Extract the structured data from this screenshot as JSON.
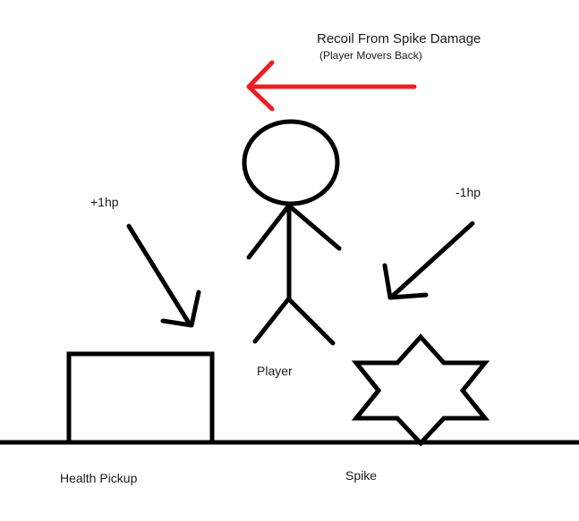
{
  "annotations": {
    "recoil_title": "Recoil From Spike Damage",
    "recoil_subtitle": "(Player Movers Back)",
    "health_delta": "+1hp",
    "spike_delta": "-1hp"
  },
  "labels": {
    "player": "Player",
    "health_pickup": "Health Pickup",
    "spike": "Spike"
  },
  "colors": {
    "stroke": "#000000",
    "recoil_arrow": "#ee1c24",
    "background": "#ffffff"
  },
  "icons": {
    "player": "stick-figure",
    "health_pickup": "rectangle-box",
    "spike": "six-pointed-star"
  }
}
